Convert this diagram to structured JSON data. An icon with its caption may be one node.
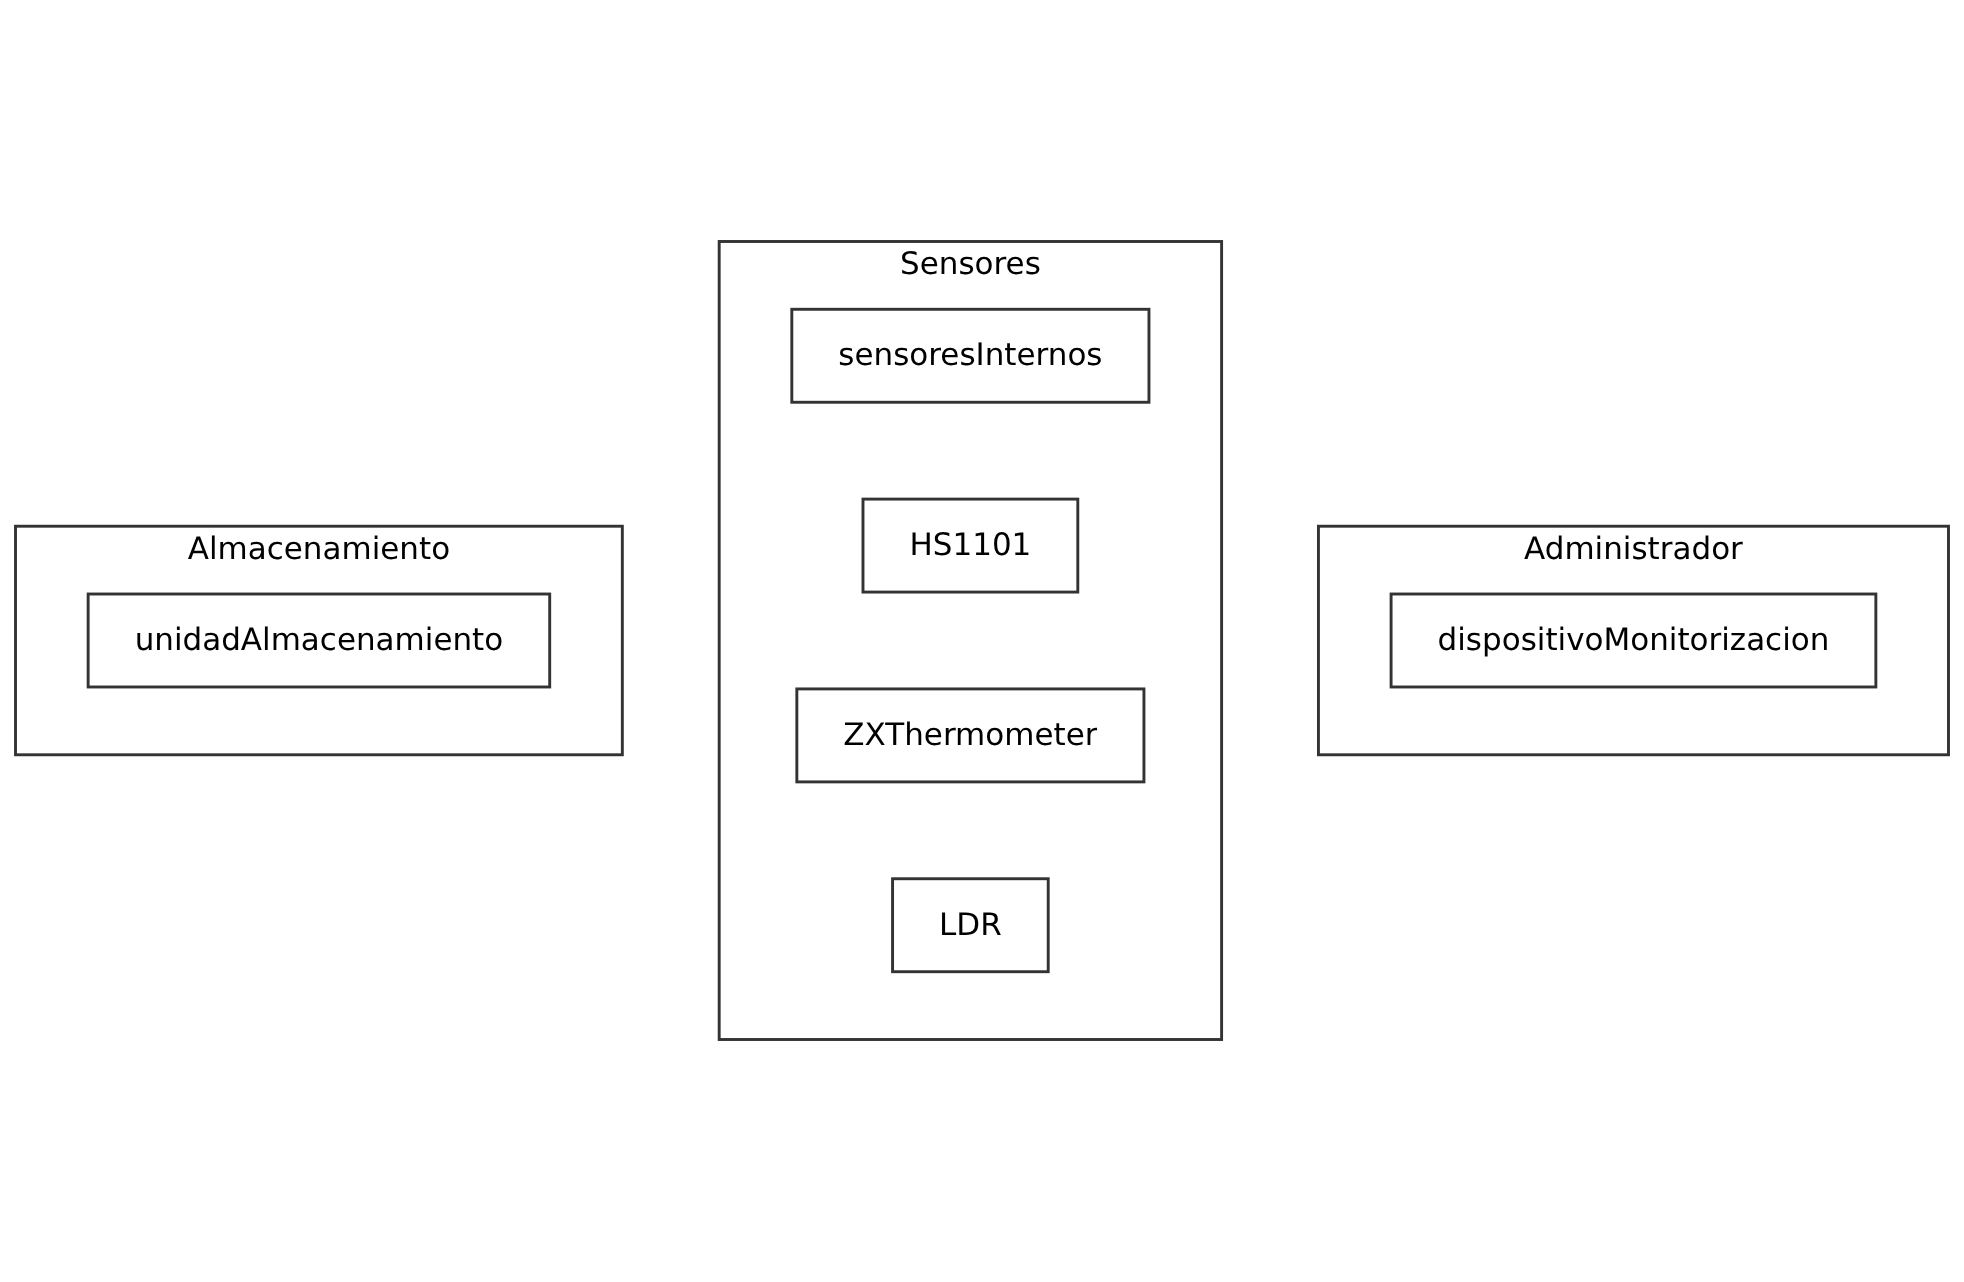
{
  "diagram": {
    "nodes": [
      {
        "text": [
          "Administrador"
        ]
      },
      {
        "text": [
          "dispositivoMonitorizacion"
        ],
        "in": 0
      },
      {
        "text": [
          "Sensores"
        ]
      },
      {
        "text": [
          "sensoresInternos"
        ],
        "in": 2
      },
      {
        "text": [
          "HS1101"
        ],
        "in": 2
      },
      {
        "text": [
          "ZXThermometer"
        ],
        "in": 2
      },
      {
        "text": [
          "LDR"
        ],
        "in": 2
      },
      {
        "text": [
          "Almacenamiento"
        ]
      },
      {
        "text": [
          "unidadAlmacenamiento"
        ],
        "in": 7
      }
    ]
  }
}
